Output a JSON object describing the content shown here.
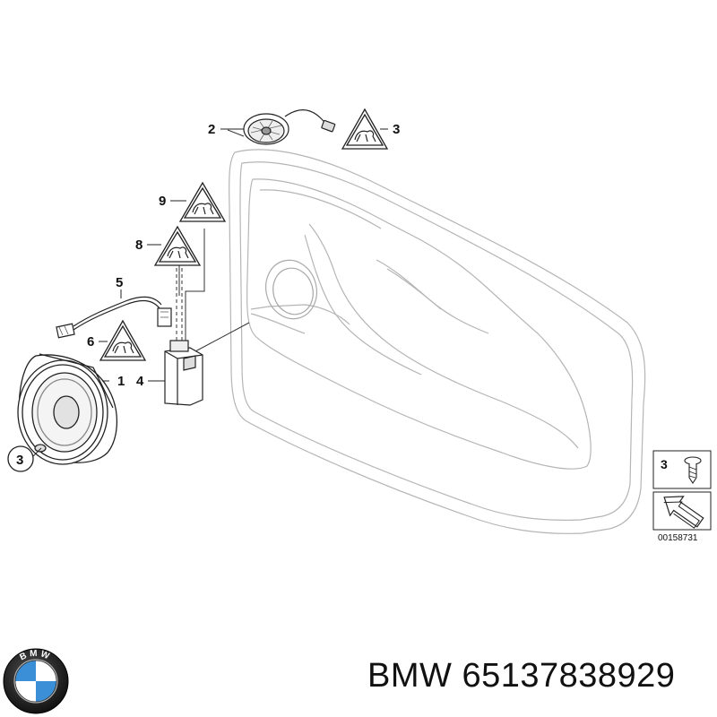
{
  "callouts": {
    "c1": "1",
    "c2": "2",
    "c3a": "3",
    "c3b": "3",
    "c3c": "3",
    "c4": "4",
    "c5": "5",
    "c6": "6",
    "c8": "8",
    "c9": "9"
  },
  "diagram_ref": "00158731",
  "logo": {
    "letters": "BMW",
    "brand_colors": {
      "blue": "#3a8fd6",
      "white": "#ffffff",
      "ring": "#1a1a1a"
    }
  },
  "footer": {
    "brand": "BMW",
    "part_number": "65137838929"
  }
}
